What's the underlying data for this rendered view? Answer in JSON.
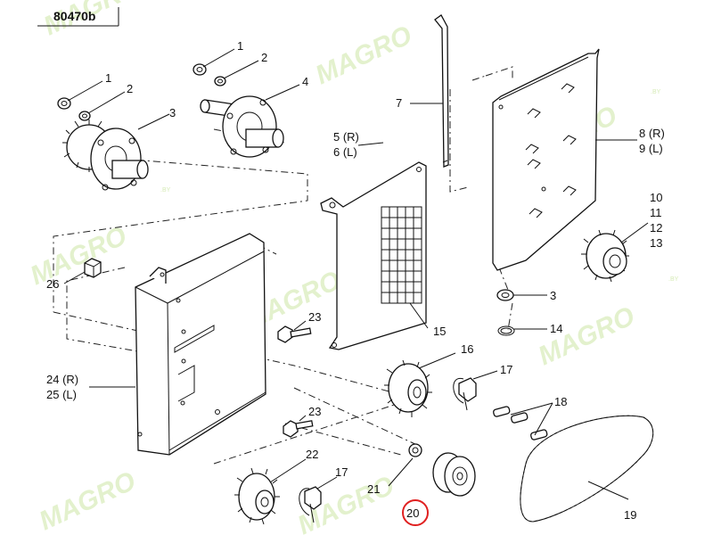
{
  "diagram_code": "80470b",
  "watermark": {
    "text": "MAGRO",
    "suffix": ".BY",
    "color": "#cde7a6"
  },
  "highlight_color": "#e02020",
  "callouts": {
    "c1a": "1",
    "c2a": "2",
    "c3a": "3",
    "c1b": "1",
    "c2b": "2",
    "c4": "4",
    "c7": "7",
    "c5": "5 (R)",
    "c6": "6 (L)",
    "c8": "8 (R)",
    "c9": "9 (L)",
    "c10": "10",
    "c11": "11",
    "c12": "12",
    "c13": "13",
    "c3b": "3",
    "c14": "14",
    "c26": "26",
    "c23a": "23",
    "c15": "15",
    "c16": "16",
    "c17a": "17",
    "c18": "18",
    "c24": "24 (R)",
    "c25": "25 (L)",
    "c23b": "23",
    "c22": "22",
    "c17b": "17",
    "c21": "21",
    "c20": "20",
    "c19": "19"
  }
}
